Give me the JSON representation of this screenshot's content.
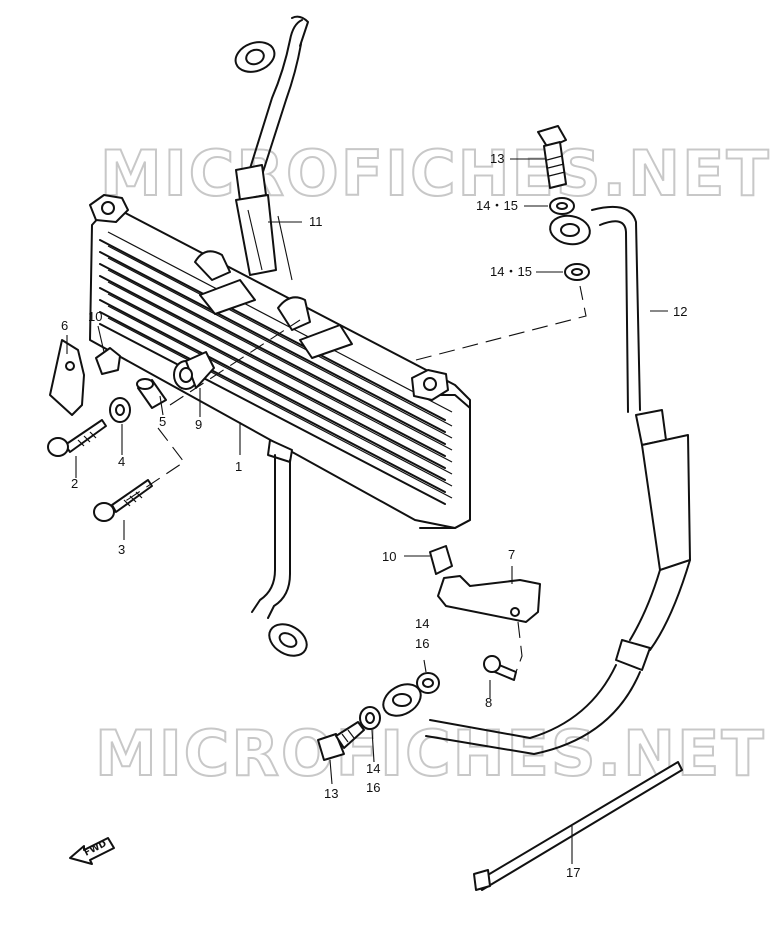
{
  "watermark": {
    "top": "MICROFICHES.NET",
    "bottom": "MICROFICHES.NET"
  },
  "direction_arrow": {
    "label": "FWD"
  },
  "callouts": {
    "c1": "1",
    "c2": "2",
    "c3": "3",
    "c4": "4",
    "c5": "5",
    "c6": "6",
    "c7": "7",
    "c8": "8",
    "c9": "9",
    "c10a": "10",
    "c10b": "10",
    "c11": "11",
    "c12": "12",
    "c13a": "13",
    "c13b": "13",
    "c1415a": "14・15",
    "c1415b": "14・15",
    "c14a": "14",
    "c16a": "16",
    "c14b": "14",
    "c16b": "16",
    "c17": "17"
  },
  "icons": {
    "direction": "fwd-arrow-icon"
  }
}
